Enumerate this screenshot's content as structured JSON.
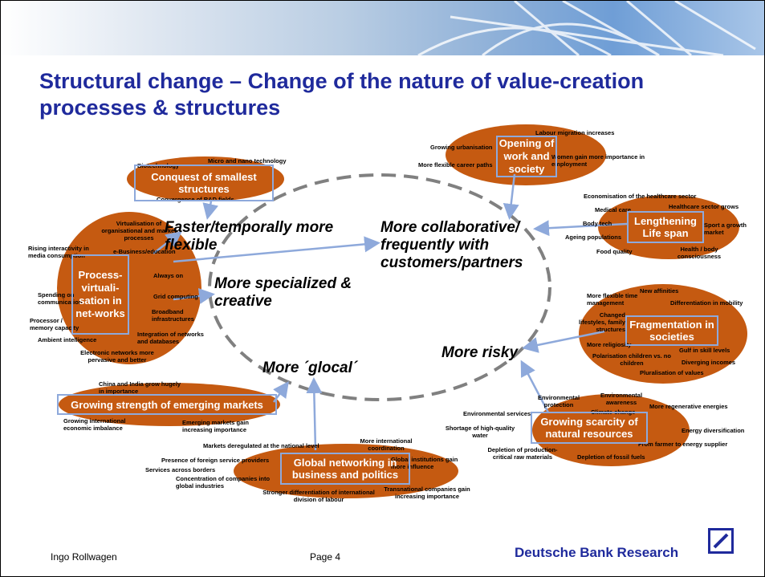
{
  "title": "Structural change – Change of the nature of value-creation processes & structures",
  "center": {
    "flexible": "Faster/temporally more flexible",
    "specialized": "More specialized & creative",
    "collaborative": "More  collaborative/ frequently with customers/partners",
    "risky": "More risky",
    "glocal": "More ´glocal´"
  },
  "clusters": {
    "conquest": {
      "label": "Conquest of smallest structures",
      "items": [
        "Biotechnology",
        "Micro and nano technology",
        "Convergence of R&D fields"
      ]
    },
    "process": {
      "label": "Process-virtuali-sation in net-works",
      "items": [
        "Virtualisation of organisational and market processes",
        "e-Business/education",
        "Rising interactivity in media consumption",
        "Always on",
        "Spending on communication",
        "Grid computing",
        "Broadband infrastructures",
        "Processor / memory capacity",
        "Ambient intelligence",
        "Integration of networks and databases",
        "Electronic networks more pervasive and better"
      ]
    },
    "opening": {
      "label": "Opening of work and society",
      "items": [
        "Labour migration increases",
        "Growing urbanisation",
        "Women gain more importance in employment",
        "More flexible career paths"
      ]
    },
    "lifespan": {
      "label": "Lengthening Life span",
      "items": [
        "Economisation of the healthcare sector",
        "Medical care",
        "Healthcare sector grows",
        "Body tech",
        "Sport a growth market",
        "Ageing populations",
        "Food quality",
        "Health / body consciousness"
      ]
    },
    "fragmentation": {
      "label": "Fragmentation in societies",
      "items": [
        "New affinities",
        "More flexible time management",
        "Differentiation in mobility",
        "Changed lifestyles, family structures",
        "More religiosity",
        "Gulf in skill levels",
        "Polarisation children vs. no children",
        "Diverging incomes",
        "Pluralisation of values"
      ]
    },
    "emerging": {
      "label": "Growing strength of emerging markets",
      "items": [
        "China and India grow hugely in importance",
        "Growing international economic imbalance",
        "Emerging markets gain increasing importance"
      ]
    },
    "global": {
      "label": "Global networking in business and politics",
      "items": [
        "Markets deregulated at the national level",
        "More international coordination",
        "Presence of foreign service providers",
        "Global institutions gain more influence",
        "Services across borders",
        "Concentration of companies into global industries",
        "Transnational companies gain increasing importance",
        "Stronger differentiation of international division of labour"
      ]
    },
    "scarcity": {
      "label": "Growing scarcity of natural resources",
      "items": [
        "Environmental protection",
        "Environmental awareness",
        "Climate change",
        "More regenerative energies",
        "Environmental services",
        "Shortage of high-quality water",
        "Energy diversification",
        "From farmer to energy supplier",
        "Depletion of production-critical raw materials",
        "Depletion of fossil fuels"
      ]
    }
  },
  "footer": {
    "author": "Ingo Rollwagen",
    "page": "Page 4",
    "brand": "Deutsche Bank Research"
  },
  "colors": {
    "title": "#1f2a9c",
    "ellipse": "#c55a11",
    "box_border": "#8ea9db",
    "arrow": "#8ea9db",
    "dashes": "#808080"
  }
}
